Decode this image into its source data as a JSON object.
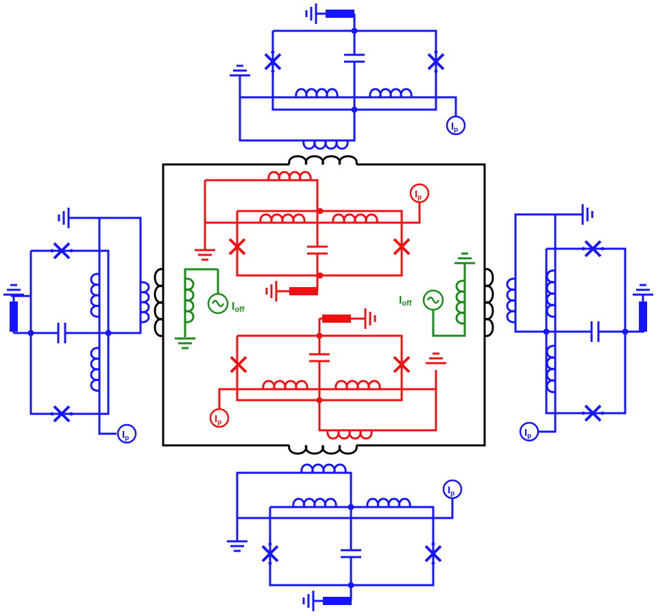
{
  "colors": {
    "blue": "#1515ff",
    "red": "#ee1111",
    "green": "#1a8a1a",
    "black": "#000000",
    "background": "#ffffff"
  },
  "labels": {
    "pump_main": "I",
    "pump_sub": "p",
    "offset_main": "I",
    "offset_sub": "off"
  },
  "icons": {
    "junction": "josephson-junction-icon",
    "ground": "ground-icon",
    "inductor": "inductor-icon",
    "capacitor": "capacitor-icon",
    "pump_source": "current-source-icon",
    "offset_source": "ac-source-icon"
  }
}
